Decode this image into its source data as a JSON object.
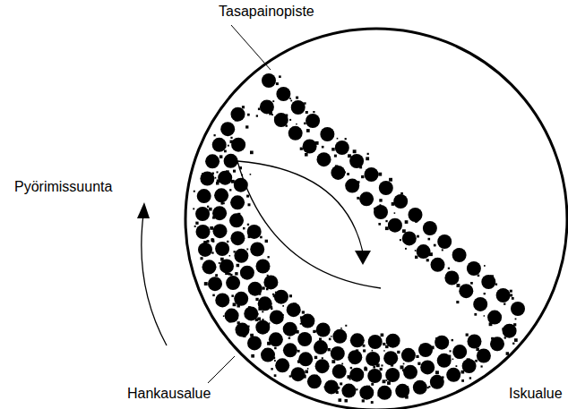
{
  "diagram": {
    "labels": [
      "Tasapainopiste",
      "Pyörimissuunta",
      "Hankausalue",
      "Iskualue"
    ]
  }
}
